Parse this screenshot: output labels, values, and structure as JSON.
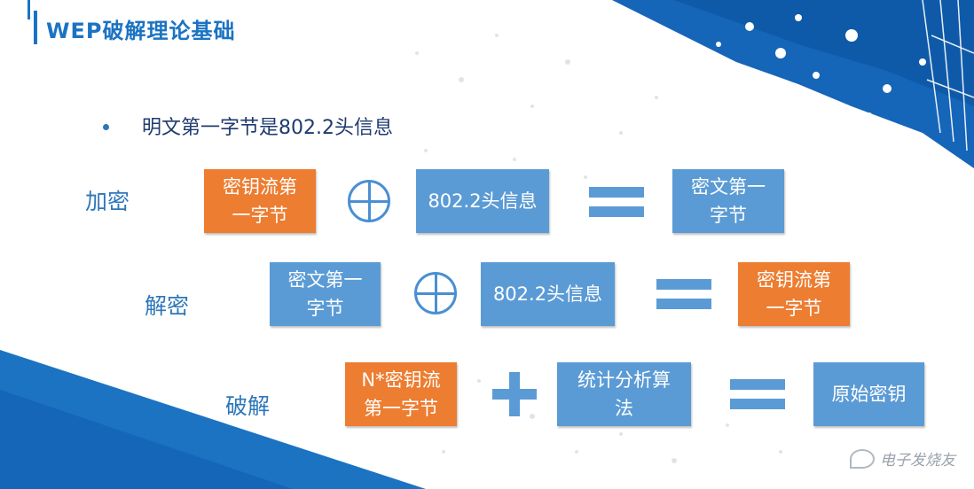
{
  "header": {
    "title": "WEP破解理论基础"
  },
  "bullet": {
    "text": "明文第一字节是802.2头信息"
  },
  "rows": [
    {
      "label": "加密",
      "operand1": [
        "密钥流第",
        "一字节"
      ],
      "operator": "xor",
      "operand2": [
        "802.2头信息"
      ],
      "result": [
        "密文第一",
        "字节"
      ]
    },
    {
      "label": "解密",
      "operand1": [
        "密文第一",
        "字节"
      ],
      "operator": "xor",
      "operand2": [
        "802.2头信息"
      ],
      "result": [
        "密钥流第",
        "一字节"
      ]
    },
    {
      "label": "破解",
      "operand1": [
        "N*密钥流",
        "第一字节"
      ],
      "operator": "plus",
      "operand2": [
        "统计分析算",
        "法"
      ],
      "result": [
        "原始密钥"
      ]
    }
  ],
  "watermark": {
    "text": "电子发烧友"
  },
  "colors": {
    "accent_blue": "#1b73c2",
    "box_blue": "#5b9bd5",
    "box_orange": "#ed7d31",
    "label_blue": "#2e77b9"
  }
}
